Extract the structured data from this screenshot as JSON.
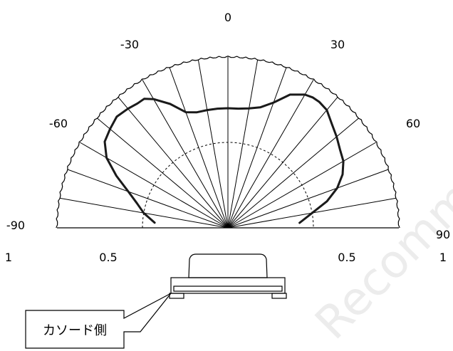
{
  "chart_data": {
    "type": "polar",
    "angle_ticks": [
      "0",
      "-30",
      "30",
      "-60",
      "60",
      "-90",
      "90"
    ],
    "radial_ticks_left": [
      "1",
      "0.5"
    ],
    "radial_ticks_right": [
      "0.5",
      "1"
    ],
    "angle_range": [
      -90,
      90
    ],
    "radial_range": [
      0,
      1
    ],
    "grid": true,
    "series": [
      {
        "angles": [
          -86,
          -80,
          -75,
          -70,
          -65,
          -60,
          -55,
          -50,
          -45,
          -40,
          -36,
          -33,
          -30,
          -25,
          -20,
          -15,
          -10,
          -5,
          0,
          5,
          10,
          15,
          20,
          25,
          30,
          33,
          36,
          40,
          45,
          50,
          55,
          60,
          65,
          70,
          75,
          80,
          86
        ],
        "values": [
          0.43,
          0.5,
          0.55,
          0.62,
          0.72,
          0.82,
          0.88,
          0.9,
          0.92,
          0.91,
          0.9,
          0.9,
          0.87,
          0.8,
          0.72,
          0.7,
          0.7,
          0.7,
          0.7,
          0.7,
          0.71,
          0.73,
          0.78,
          0.86,
          0.9,
          0.91,
          0.91,
          0.9,
          0.86,
          0.83,
          0.8,
          0.78,
          0.74,
          0.68,
          0.6,
          0.5,
          0.42
        ],
        "color": "#1a1a1a"
      }
    ]
  },
  "callout": {
    "label": "カソード側"
  },
  "watermark": {
    "text": "Recommen"
  },
  "colors": {
    "grid": "#000000",
    "curve": "#1a1a1a",
    "watermark": "#ececec"
  }
}
